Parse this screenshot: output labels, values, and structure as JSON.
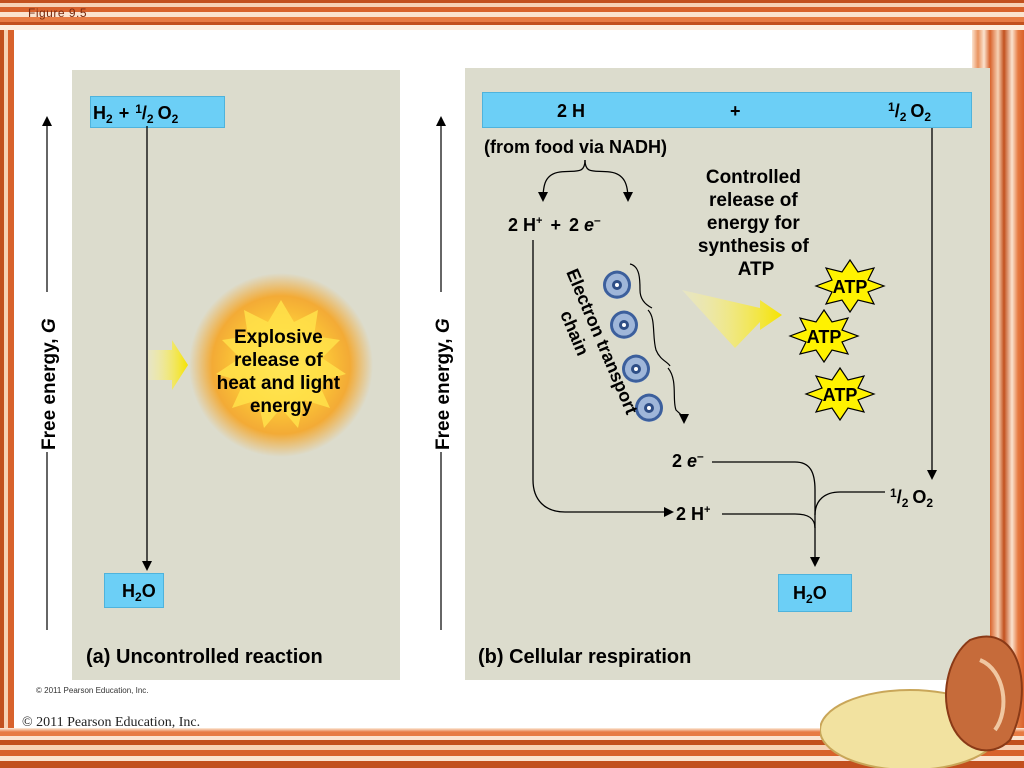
{
  "figure_label": "Figure 9.5",
  "copyright_bottom": "© 2011 Pearson Education, Inc.",
  "copyright_small": "© 2011 Pearson Education, Inc.",
  "axis_label_main": "Free energy, ",
  "axis_label_var": "G",
  "panel_a": {
    "top_formula": {
      "h": "H",
      "h_sub": "2",
      "plus": "+",
      "frac_num": "1",
      "frac_slash": "/",
      "frac_den": "2",
      "o": "O",
      "o_sub": "2"
    },
    "bottom_formula": {
      "h": "H",
      "sub": "2",
      "o": "O"
    },
    "explosion_lines": [
      "Explosive",
      "release of",
      "heat and light",
      "energy"
    ],
    "caption": "(a) Uncontrolled reaction"
  },
  "panel_b": {
    "top_left": "2 H",
    "top_plus": "+",
    "top_right": {
      "frac_num": "1",
      "frac_slash": "/",
      "frac_den": "2",
      "o": "O",
      "o_sub": "2"
    },
    "source": "(from food via NADH)",
    "split": {
      "h_part": "2 H",
      "h_sup": "+",
      "plus": "+",
      "e_part": "2 ",
      "e_var": "e",
      "e_sup": "–"
    },
    "controlled_lines": [
      "Controlled",
      "release of",
      "energy for",
      "synthesis of",
      "ATP"
    ],
    "atp_labels": [
      "ATP",
      "ATP",
      "ATP"
    ],
    "etc_lines": [
      "Electron transport",
      "chain"
    ],
    "electrons_out": {
      "num": "2 ",
      "var": "e",
      "sup": "–"
    },
    "protons_out": {
      "text": "2 H",
      "sup": "+"
    },
    "oxygen": {
      "frac_num": "1",
      "frac_slash": "/",
      "frac_den": "2",
      "o": "O",
      "o_sub": "2"
    },
    "water": {
      "h": "H",
      "sub": "2",
      "o": "O"
    },
    "caption": "(b) Cellular respiration"
  },
  "colors": {
    "panel_bg": "#dcdccd",
    "box_blue": "#6ccff6",
    "atp_yellow": "#fff200",
    "glow_orange": "#f7a21b"
  }
}
